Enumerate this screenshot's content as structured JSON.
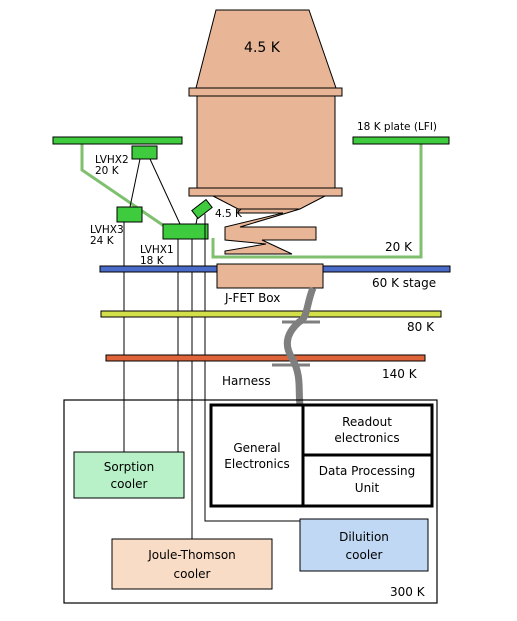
{
  "labels": {
    "temp_45k_top": "4.5 K",
    "plate_18k": "18 K plate (LFI)",
    "lvhx2": "LVHX2",
    "lvhx2_temp": "20 K",
    "lvhx3": "LVHX3",
    "lvhx3_temp": "24 K",
    "lvhx1": "LVHX1",
    "lvhx1_temp": "18 K",
    "temp_45k_small": "4.5 K",
    "temp_20k": "20 K",
    "stage_60k": "60 K stage",
    "jfet_box": "J-FET Box",
    "temp_80k": "80 K",
    "temp_140k": "140 K",
    "harness": "Harness",
    "readout_1": "Readout",
    "readout_2": "electronics",
    "general_1": "General",
    "general_2": "Electronics",
    "dpu_1": "Data Processing",
    "dpu_2": "Unit",
    "sorption_1": "Sorption",
    "sorption_2": "cooler",
    "jt_1": "Joule-Thomson",
    "jt_2": "cooler",
    "dilution_1": "Diluition",
    "dilution_2": "cooler",
    "temp_300k": "300 K"
  },
  "colors": {
    "cold_body": "#e8b596",
    "green": "#3ecc3e",
    "green_line": "#7fc06f",
    "blue_stage": "#4a6cc8",
    "yellow_stage": "#d4e04a",
    "orange_stage": "#e0643a",
    "harness_gray": "#7f7f7f",
    "sorption_fill": "#b8f0c8",
    "jt_fill": "#f8dcc6",
    "dilution_fill": "#c0d8f4"
  }
}
